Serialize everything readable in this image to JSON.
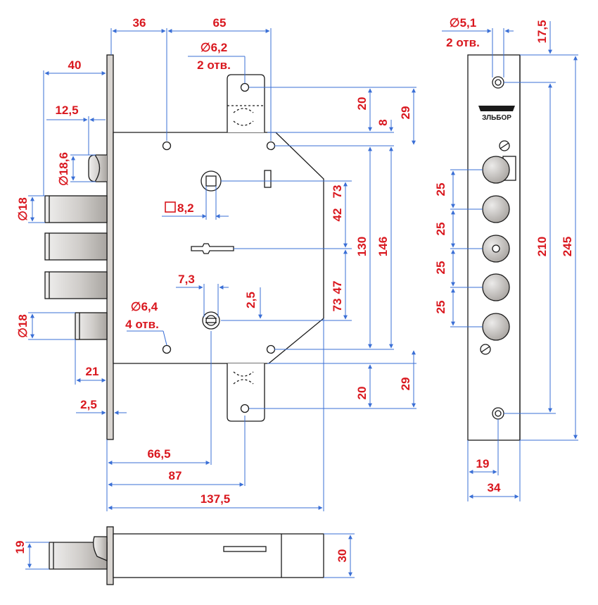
{
  "colors": {
    "dimension": "#d9171e",
    "leader": "#3a6fd6",
    "outline": "#1a1a1a",
    "strike_fill": "#c9c4c0",
    "bolt_fill": "#d8d6d4",
    "background": "#ffffff"
  },
  "dims": {
    "w36": "36",
    "w65": "65",
    "hole62": "∅6,2",
    "hole62_count": "2 отв.",
    "w40": "40",
    "w125": "12,5",
    "d186": "∅18,6",
    "d18_top": "∅18",
    "d18_bottom": "∅18",
    "sq82": "8,2",
    "w73": "7,3",
    "hole64": "∅6,4",
    "hole64_count": "4 отв.",
    "w25_small": "2,5",
    "w21": "21",
    "w25_side": "2,5",
    "w665": "66,5",
    "w87": "87",
    "w1375": "137,5",
    "h20_top": "20",
    "h8": "8",
    "h29_top": "29",
    "h73_top": "73",
    "h42": "42",
    "h130": "130",
    "h146": "146",
    "h47": "47",
    "h73_bottom": "73",
    "h20_bottom": "20",
    "h29_bottom": "29",
    "h19_side": "19",
    "h30_side": "30",
    "hole51": "∅5,1",
    "hole51_count": "2 отв.",
    "h175": "17,5",
    "p25_1": "25",
    "p25_2": "25",
    "p25_3": "25",
    "p25_4": "25",
    "h210": "210",
    "h245": "245",
    "w19_plate": "19",
    "w34_plate": "34"
  },
  "logo": {
    "text": "ЗЛЬБОР"
  }
}
